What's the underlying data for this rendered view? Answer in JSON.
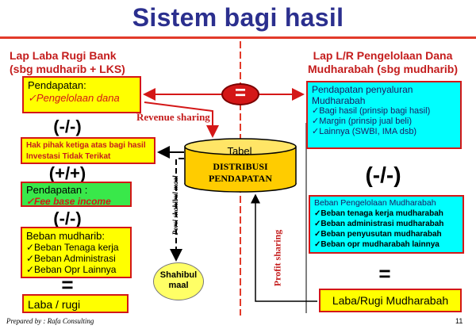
{
  "title": "Sistem bagi hasil",
  "left_header": [
    "Lap Laba Rugi Bank",
    "(sbg mudharib + LKS)"
  ],
  "right_header": [
    "Lap L/R Pengelolaan Dana",
    "Mudharabah (sbg mudharib)"
  ],
  "left": {
    "pendapatan_title": "Pendapatan:",
    "pendapatan_item": "✓Pengelolaan dana",
    "op1": "(-/-)",
    "hak_text": "Hak pihak ketiga atas bagi hasil Investasi Tidak Terikat",
    "op2": "(+/+)",
    "fee_title": "Pendapatan :",
    "fee_item": "✓Fee base income",
    "op3": "(-/-)",
    "beban_title": "Beban mudharib:",
    "beban_items": [
      "✓Beban Tenaga kerja",
      "✓Beban Administrasi",
      "✓Beban Opr Lainnya"
    ],
    "equals": "=",
    "laba": "Laba / rugi"
  },
  "center": {
    "equals_oval": "=",
    "revenue_sharing": "Revenue sharing",
    "tabel": "Tabel",
    "distribusi": "DISTRIBUSI PENDAPATAN",
    "porsi": "Porsi shahibul maal",
    "shahibul": [
      "Shahibul",
      "maal"
    ],
    "profit_sharing": "Profit sharing"
  },
  "right": {
    "pendapatan_title": [
      "Pendapatan penyaluran",
      "Mudharabah"
    ],
    "pendapatan_items": [
      "✓Bagi hasil (prinsip bagi hasil)",
      "✓Margin (prinsip jual beli)",
      "✓Lainnya (SWBI, IMA dsb)"
    ],
    "op": "(-/-)",
    "beban_title": "Beban Pengelolaan Mudharabah",
    "beban_items": [
      "✓Beban tenaga kerja mudharabah",
      "✓Beban administrasi mudharabah",
      "✓Beban penyusutan mudharabah",
      "✓Beban opr mudharabah lainnya"
    ],
    "equals": "=",
    "laba": "Laba/Rugi Mudharabah"
  },
  "footer": {
    "prepared": "Prepared by : Rafa Consulting",
    "page": "11"
  },
  "colors": {
    "title": "#2b2f8e",
    "accent_red": "#d41717",
    "yellow": "#ffff00",
    "cyan": "#00ffff",
    "green": "#39e84a"
  }
}
